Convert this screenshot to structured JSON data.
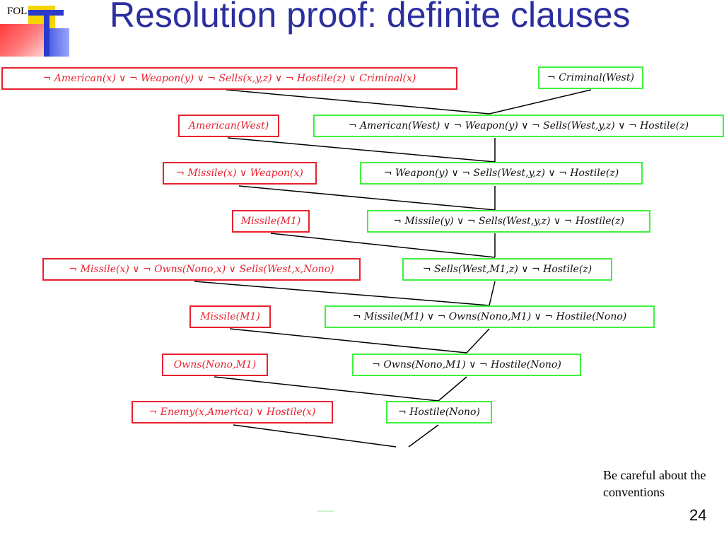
{
  "header": {
    "section_label": "FOL",
    "title": "Resolution proof: definite clauses"
  },
  "diagram": {
    "premises": [
      "¬ American(x)  ∨ ¬ Weapon(y)  ∨ ¬ Sells(x,y,z)   ∨ ¬ Hostile(z)   ∨ Criminal(x)",
      "American(West)",
      "¬ Missile(x)   ∨ Weapon(x)",
      "Missile(M1)",
      "¬ Missile(x)   ∨ ¬ Owns(Nono,x)   ∨ Sells(West,x,Nono)",
      "Missile(M1)",
      "Owns(Nono,M1)",
      "¬ Enemy(x,America)   ∨ Hostile(x)"
    ],
    "resolvents": [
      "¬ Criminal(West)",
      "¬ American(West)   ∨ ¬ Weapon(y)   ∨ ¬ Sells(West,y,z)   ∨ ¬ Hostile(z)",
      "¬ Weapon(y)   ∨ ¬ Sells(West,y,z)   ∨ ¬ Hostile(z)",
      "¬ Missile(y)   ∨ ¬ Sells(West,y,z)   ∨ ¬ Hostile(z)",
      "¬ Sells(West,M1,z)   ∨ ¬ Hostile(z)",
      "¬ Missile(M1)   ∨ ¬ Owns(Nono,M1)   ∨ ¬ Hostile(Nono)",
      "¬ Owns(Nono,M1)   ∨ ¬ Hostile(Nono)",
      "¬ Hostile(Nono)"
    ],
    "colors": {
      "premise": "#e8212e",
      "resolvent": "#3ef23e",
      "title": "#2b2f9e"
    }
  },
  "footer": {
    "note": "Be careful about the conventions",
    "page_number": "24"
  }
}
